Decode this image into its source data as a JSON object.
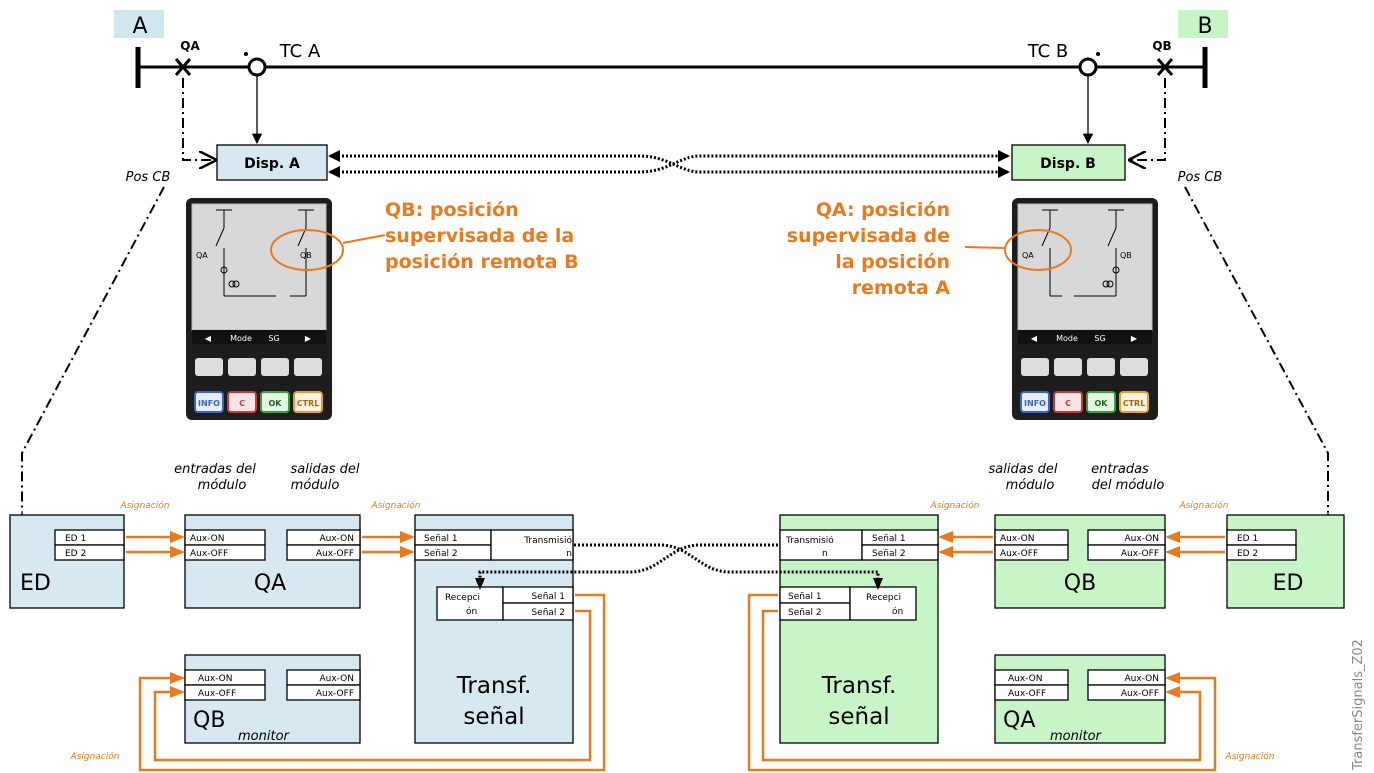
{
  "colors": {
    "blue": "#d6e9f0",
    "green": "#c8f5c8",
    "orange": "#e97a1d",
    "labelA_bg": "#cfe7ef",
    "labelB_bg": "#c8f5c8"
  },
  "top": {
    "label_a": "A",
    "label_b": "B",
    "qa": "QA",
    "qb": "QB",
    "tc_a": "TC A",
    "tc_b": "TC B",
    "disp_a": "Disp. A",
    "disp_b": "Disp. B",
    "pos_cb_left": "Pos CB",
    "pos_cb_right": "Pos CB"
  },
  "annotations": {
    "left": [
      "QB: posición",
      "supervisada de la",
      "posición remota B"
    ],
    "right": [
      "QA: posición",
      "supervisada de",
      "la posición",
      "remota A"
    ]
  },
  "device": {
    "softkeys": [
      "◀",
      "Mode",
      "SG",
      "▶"
    ],
    "buttons": [
      "INFO",
      "C",
      "OK",
      "CTRL"
    ],
    "left_sld": {
      "left_label": "QA",
      "right_label": "QB"
    },
    "right_sld": {
      "left_label": "QA",
      "right_label": "QB"
    }
  },
  "headings": {
    "left_inputs": [
      "entradas del",
      "módulo"
    ],
    "left_outputs": [
      "salidas del",
      "módulo"
    ],
    "right_outputs": [
      "salidas del",
      "módulo"
    ],
    "right_inputs": [
      "entradas",
      "del módulo"
    ]
  },
  "asignacion": "Asignación",
  "left": {
    "ed": {
      "title": "ED",
      "rows": [
        "ED 1",
        "ED 2"
      ]
    },
    "qa": {
      "title": "QA",
      "inputs": [
        "Aux-ON",
        "Aux-OFF"
      ],
      "outputs": [
        "Aux-ON",
        "Aux-OFF"
      ]
    },
    "transf": {
      "title": [
        "Transf.",
        "señal"
      ],
      "signals": [
        "Señal 1",
        "Señal 2"
      ],
      "transmision": [
        "Transmisió",
        "n"
      ],
      "recepcion": [
        "Recepci",
        "ón"
      ],
      "rx_signals": [
        "Señal 1",
        "Señal 2"
      ]
    },
    "qbmon": {
      "title": "QB",
      "sub": "monitor",
      "inputs": [
        "Aux-ON",
        "Aux-OFF"
      ],
      "outputs": [
        "Aux-ON",
        "Aux-OFF"
      ]
    }
  },
  "right": {
    "ed": {
      "title": "ED",
      "rows": [
        "ED 1",
        "ED 2"
      ]
    },
    "qb": {
      "title": "QB",
      "inputs": [
        "Aux-ON",
        "Aux-OFF"
      ],
      "outputs": [
        "Aux-ON",
        "Aux-OFF"
      ]
    },
    "transf": {
      "title": [
        "Transf.",
        "señal"
      ],
      "signals": [
        "Señal 1",
        "Señal 2"
      ],
      "transmision": [
        "Transmisió",
        "n"
      ],
      "recepcion": [
        "Recepci",
        "ón"
      ],
      "rx_signals": [
        "Señal 1",
        "Señal 2"
      ]
    },
    "qamon": {
      "title": "QA",
      "sub": "monitor",
      "inputs": [
        "Aux-ON",
        "Aux-OFF"
      ],
      "outputs": [
        "Aux-ON",
        "Aux-OFF"
      ]
    }
  },
  "watermark": "TransferSignals_Z02"
}
